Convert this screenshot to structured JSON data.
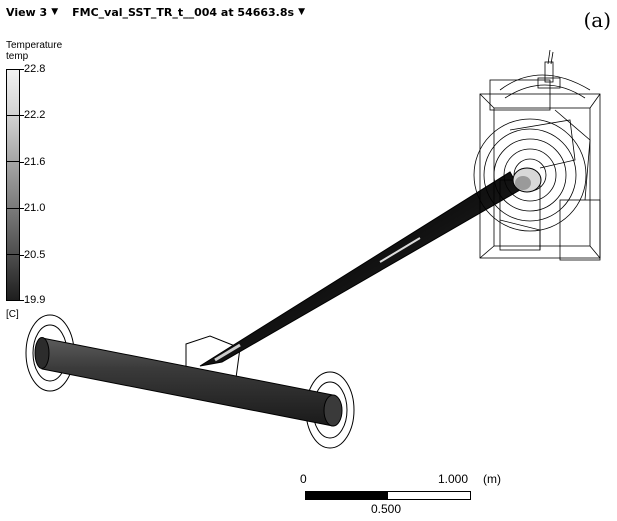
{
  "header": {
    "view_label": "View 3",
    "dataset_label": "FMC_val_SST_TR_t__004 at 54663.8s",
    "dropdown_icon": "triangle-down-icon"
  },
  "figure_label": "(a)",
  "legend": {
    "title": "Temperature",
    "variable": "temp",
    "unit": "[C]",
    "ticks": [
      "22.8",
      "22.2",
      "21.6",
      "21.0",
      "20.5",
      "19.9"
    ],
    "colors": [
      "#f2f2f2",
      "#d2d2d2",
      "#a6a6a6",
      "#7a7a7a",
      "#4e4e4e",
      "#1e1e1e"
    ]
  },
  "scale_bar": {
    "left_label": "0",
    "right_label": "1.000",
    "unit_label": "(m)",
    "mid_label": "0.500"
  }
}
